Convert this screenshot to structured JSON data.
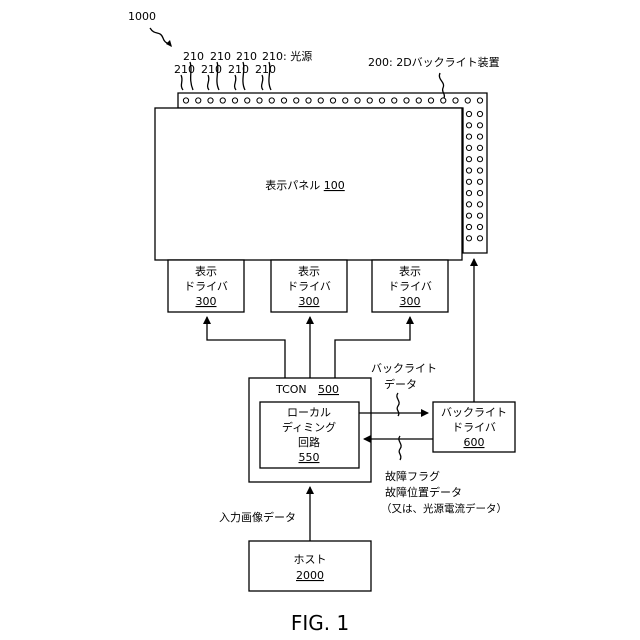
{
  "figure": {
    "ref_main": "1000",
    "caption": "FIG. 1"
  },
  "backlight": {
    "label": "200: 2Dバックライト装置",
    "source_ref": "210",
    "source_label": "210: 光源"
  },
  "panel": {
    "label": "表示パネル",
    "ref": "100"
  },
  "drivers": [
    {
      "line1": "表示",
      "line2": "ドライバ",
      "ref": "300"
    },
    {
      "line1": "表示",
      "line2": "ドライバ",
      "ref": "300"
    },
    {
      "line1": "表示",
      "line2": "ドライバ",
      "ref": "300"
    }
  ],
  "tcon": {
    "label": "TCON",
    "ref": "500",
    "dimming": {
      "line1": "ローカル",
      "line2": "ディミング",
      "line3": "回路",
      "ref": "550"
    }
  },
  "bl_driver": {
    "line1": "バックライト",
    "line2": "ドライバ",
    "ref": "600"
  },
  "host": {
    "label": "ホスト",
    "ref": "2000"
  },
  "signals": {
    "bl_data_line1": "バックライト",
    "bl_data_line2": "データ",
    "fault_line1": "故障フラグ",
    "fault_line2": "故障位置データ",
    "fault_line3": "（又は、光源電流データ）",
    "input_image": "入力画像データ"
  }
}
